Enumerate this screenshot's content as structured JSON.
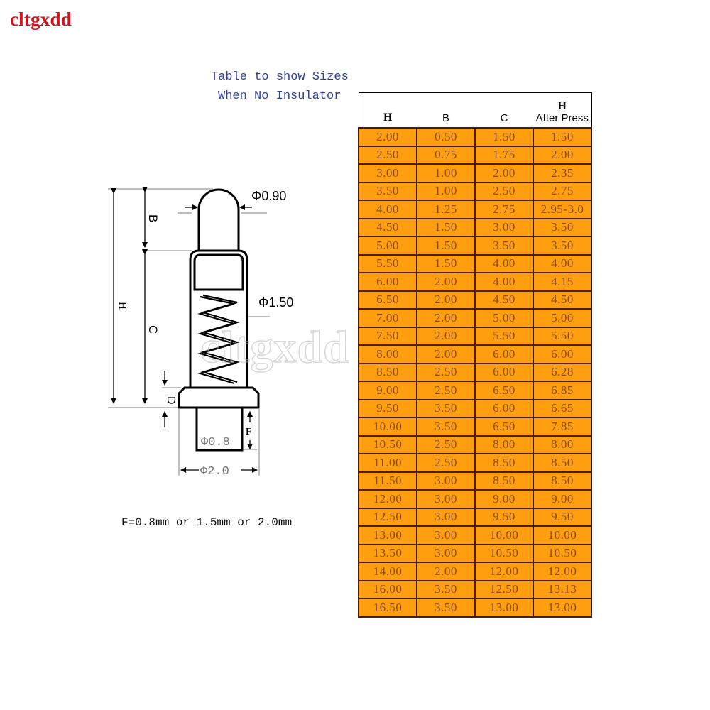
{
  "brand": {
    "text": "cltgxdd",
    "color": "#d0121a"
  },
  "watermark": {
    "text": "cltgxdd"
  },
  "caption": {
    "line1": "Table to show Sizes",
    "line2": "When No Insulator",
    "color": "#2e3f9e"
  },
  "diagram": {
    "labels": {
      "tip_diameter": "Φ0.90",
      "barrel_diameter": "Φ1.50",
      "tail_diameter": "Φ0.8",
      "base_diameter": "Φ2.0",
      "dim_H": "H",
      "dim_B": "B",
      "dim_C": "C",
      "dim_D": "D",
      "dim_F": "F"
    }
  },
  "note": {
    "text": "F=0.8mm or 1.5mm or 2.0mm"
  },
  "table": {
    "header_bg": "#ffffff",
    "cell_bg": "#ff9f10",
    "cell_text_color": "#8a4a12",
    "border_color": "#4a1e06",
    "columns": [
      {
        "label": "H"
      },
      {
        "label": "B"
      },
      {
        "label": "C"
      },
      {
        "label_top": "H",
        "label_bottom": "After Press"
      }
    ],
    "rows": [
      [
        "2.00",
        "0.50",
        "1.50",
        "1.50"
      ],
      [
        "2.50",
        "0.75",
        "1.75",
        "2.00"
      ],
      [
        "3.00",
        "1.00",
        "2.00",
        "2.35"
      ],
      [
        "3.50",
        "1.00",
        "2.50",
        "2.75"
      ],
      [
        "4.00",
        "1.25",
        "2.75",
        "2.95-3.0"
      ],
      [
        "4.50",
        "1.50",
        "3.00",
        "3.50"
      ],
      [
        "5.00",
        "1.50",
        "3.50",
        "3.50"
      ],
      [
        "5.50",
        "1.50",
        "4.00",
        "4.00"
      ],
      [
        "6.00",
        "2.00",
        "4.00",
        "4.15"
      ],
      [
        "6.50",
        "2.00",
        "4.50",
        "4.50"
      ],
      [
        "7.00",
        "2.00",
        "5.00",
        "5.00"
      ],
      [
        "7.50",
        "2.00",
        "5.50",
        "5.50"
      ],
      [
        "8.00",
        "2.00",
        "6.00",
        "6.00"
      ],
      [
        "8.50",
        "2.50",
        "6.00",
        "6.28"
      ],
      [
        "9.00",
        "2.50",
        "6.50",
        "6.85"
      ],
      [
        "9.50",
        "3.50",
        "6.00",
        "6.65"
      ],
      [
        "10.00",
        "3.50",
        "6.50",
        "7.85"
      ],
      [
        "10.50",
        "2.50",
        "8.00",
        "8.00"
      ],
      [
        "11.00",
        "2.50",
        "8.50",
        "8.50"
      ],
      [
        "11.50",
        "3.00",
        "8.50",
        "8.50"
      ],
      [
        "12.00",
        "3.00",
        "9.00",
        "9.00"
      ],
      [
        "12.50",
        "3.00",
        "9.50",
        "9.50"
      ],
      [
        "13.00",
        "3.00",
        "10.00",
        "10.00"
      ],
      [
        "13.50",
        "3.00",
        "10.50",
        "10.50"
      ],
      [
        "14.00",
        "2.00",
        "12.00",
        "12.00"
      ],
      [
        "16.00",
        "3.50",
        "12.50",
        "13.13"
      ],
      [
        "16.50",
        "3.50",
        "13.00",
        "13.00"
      ]
    ]
  }
}
